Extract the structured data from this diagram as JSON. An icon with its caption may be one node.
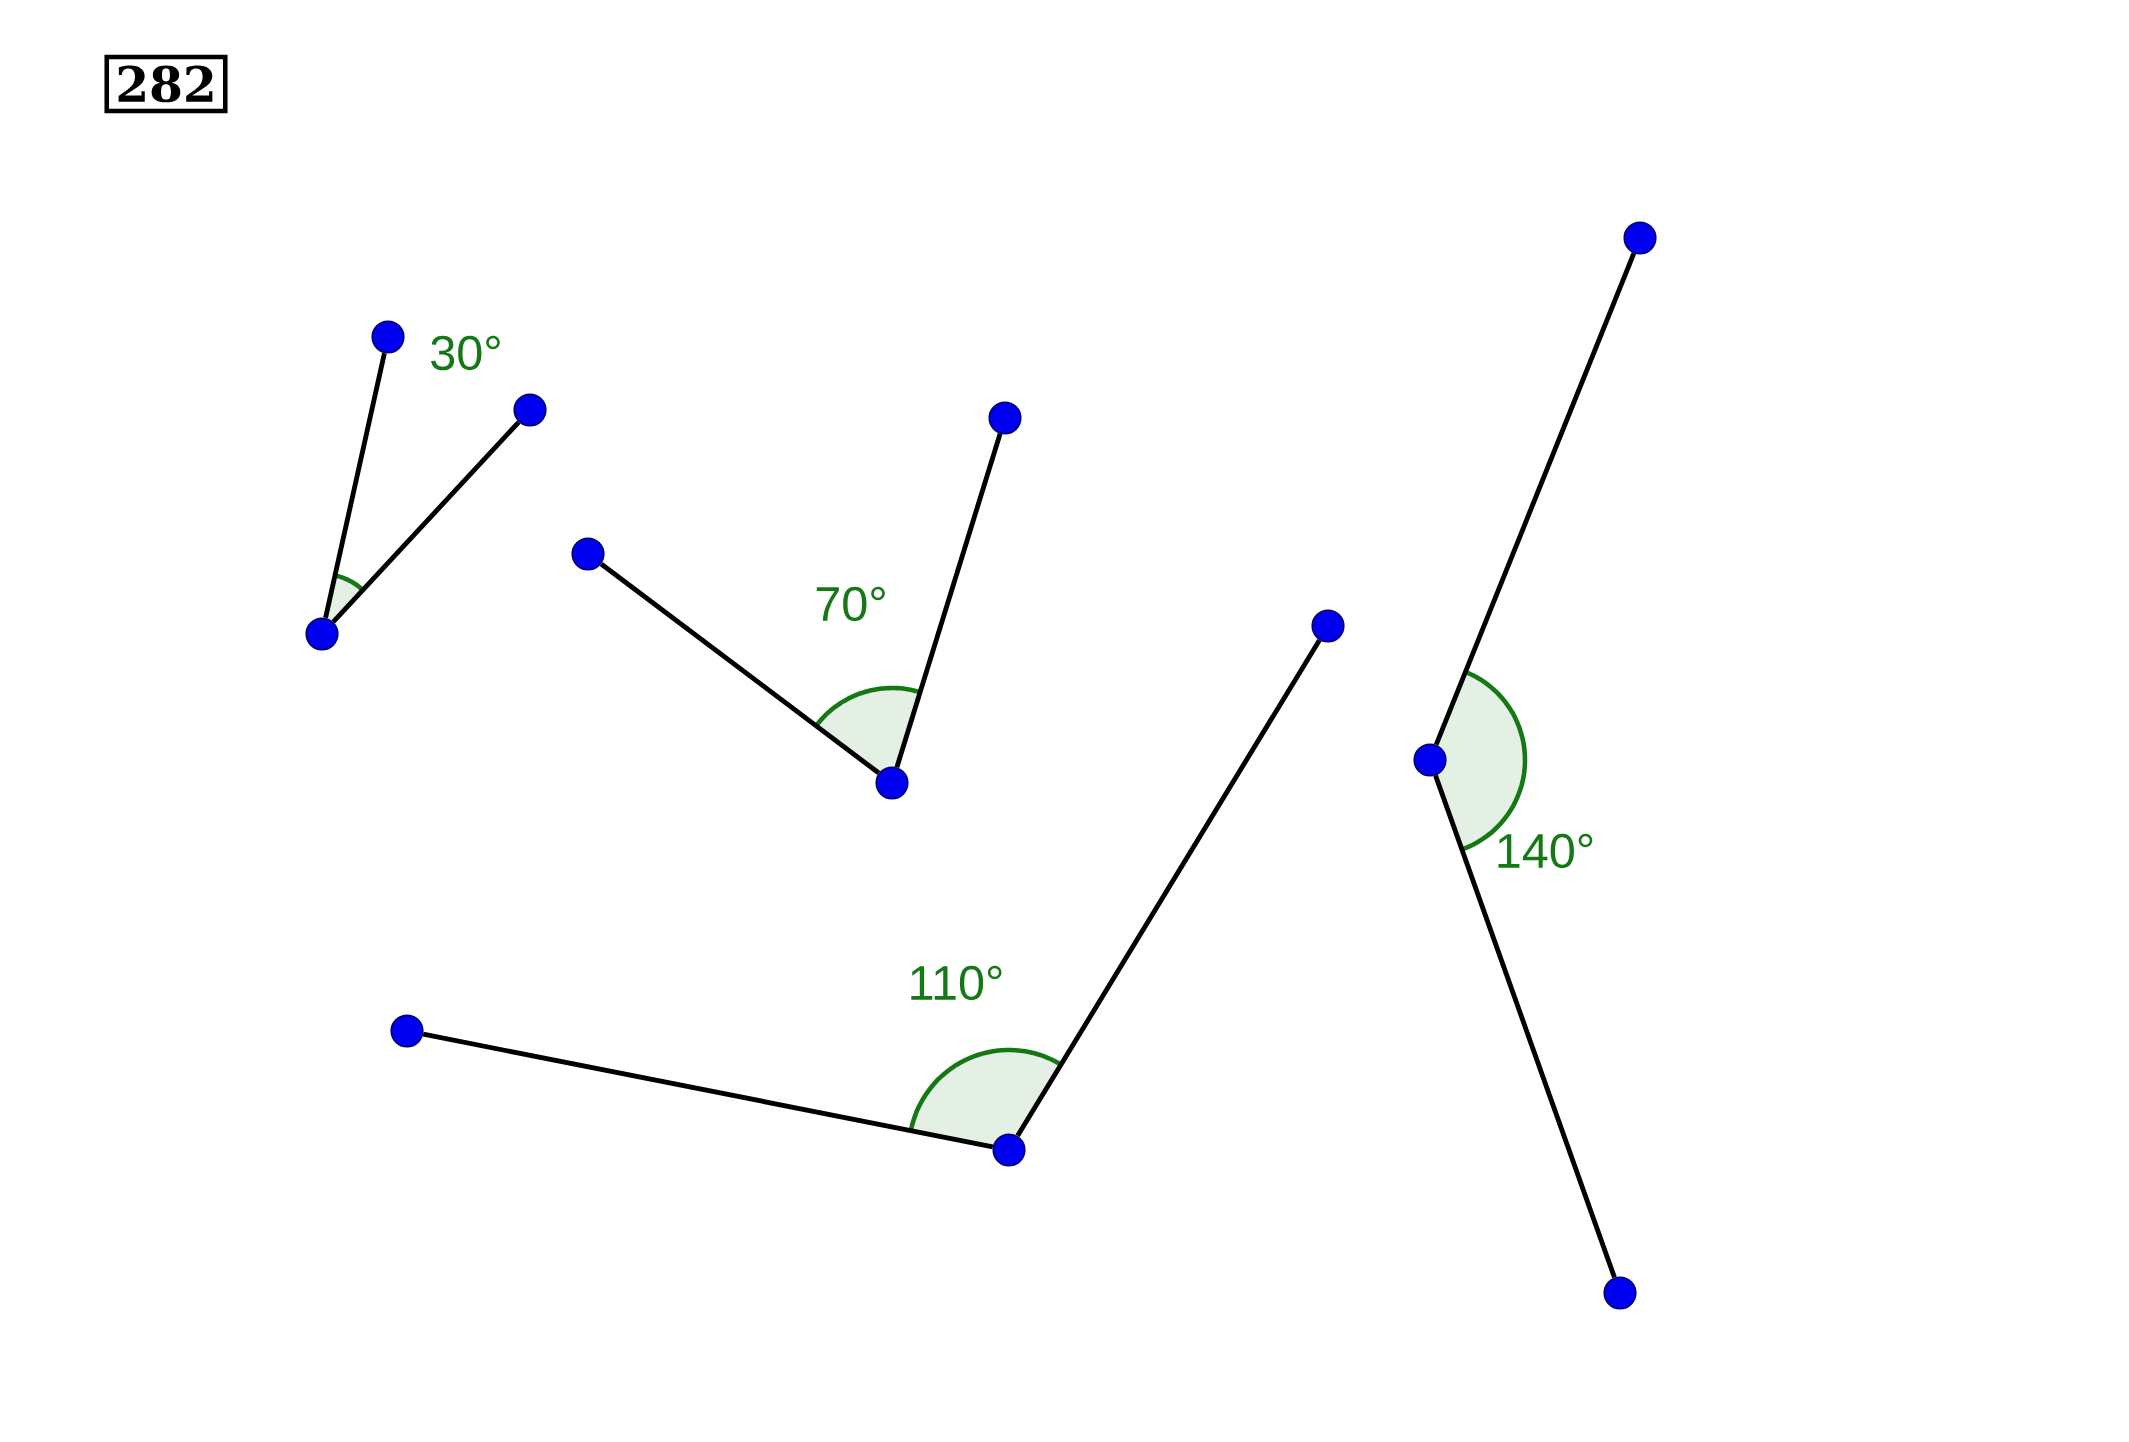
{
  "diagram": {
    "nodes": [
      {
        "text": [
          "282"
        ]
      },
      {
        "text": [],
        "shape": "circle"
      },
      {
        "text": [],
        "shape": "circle"
      },
      {
        "text": [],
        "shape": "circle"
      },
      {
        "text": [],
        "shape": "circle"
      },
      {
        "text": [],
        "shape": "circle"
      },
      {
        "text": [],
        "shape": "circle"
      },
      {
        "text": [],
        "shape": "circle"
      },
      {
        "text": [],
        "shape": "circle"
      },
      {
        "text": [],
        "shape": "circle"
      },
      {
        "text": [],
        "shape": "circle"
      },
      {
        "text": [],
        "shape": "circle"
      },
      {
        "text": [],
        "shape": "circle"
      }
    ],
    "edges": [
      {
        "from": 1,
        "to": 2,
        "arrow": "none"
      },
      {
        "from": 1,
        "to": 3,
        "arrow": "none"
      },
      {
        "from": 4,
        "to": 5,
        "arrow": "none"
      },
      {
        "from": 4,
        "to": 6,
        "arrow": "none"
      },
      {
        "from": 7,
        "to": 8,
        "arrow": "none"
      },
      {
        "from": 7,
        "to": 9,
        "arrow": "none"
      },
      {
        "from": 10,
        "to": 11,
        "arrow": "none"
      },
      {
        "from": 10,
        "to": 12,
        "arrow": "none"
      }
    ],
    "labels": [
      "30°",
      "70°",
      "110°",
      "140°"
    ]
  }
}
